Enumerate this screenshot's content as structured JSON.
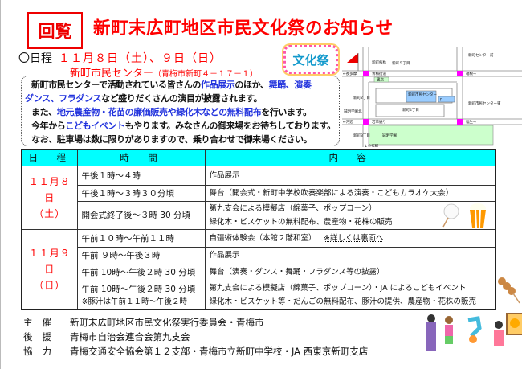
{
  "header": {
    "circulation": "回覧",
    "title": "新町末広町地区市民文化祭のお知らせ",
    "badge": "文化祭"
  },
  "schedule": {
    "label": "〇日程",
    "dates": "１１月８日（土）、９日（日）",
    "venue": "新町市民センター",
    "address": "（青梅市新町４－１７－１）"
  },
  "intro": {
    "l1a": "新町市民センターで活動されている皆さんの",
    "l1b": "作品展示",
    "l1c": "のほか、",
    "l1d": "舞踊、演奏",
    "l2a": "ダンス、フラダンス",
    "l2b": "など盛りだくさんの演目が披露されます。",
    "l3a": "また、",
    "l3b": "地元農産物・花苗の廉価販売や緑化木などの無料配布",
    "l3c": "を行います。",
    "l4a": "今年から",
    "l4b": "こどもイベント",
    "l4c": "もやります。みなさんの御来場をお待ちしております。",
    "l5": "なお、駐車場は数に限りがありますので、乗り合わせで御来場ください。"
  },
  "map": {
    "labels": [
      "新町桜株",
      "新町５丁目",
      "新町センター前",
      "←長多摩",
      "青梅街道",
      "箱根→",
      "書店",
      "新町2丁目",
      "新町市民センター",
      "P",
      "新町市民センター東",
      "誠明学園北",
      "新町4丁目",
      "←河辺",
      "若草通り",
      "福生→",
      "新町3丁目",
      "誠明学園",
      "↓小作駅"
    ]
  },
  "table": {
    "headers": [
      "日　程",
      "時　間",
      "内　容"
    ],
    "days": [
      {
        "date": "１１月８日",
        "dow": "（土）",
        "rows": [
          {
            "time": "午後１時～４時",
            "content": [
              "作品展示"
            ]
          },
          {
            "time": "午後１時～３時３０分頃",
            "content": [
              "舞台（開会式・新町中学校吹奏楽部による演奏・こどもカラオケ大会）"
            ]
          },
          {
            "time": "開会式終了後～３時 30 分頃",
            "content": [
              "第九支会による模擬店（綿菓子、ポップコーン）",
              "緑化木・ビスケットの無料配布、農産物・花株の販売"
            ]
          }
        ]
      },
      {
        "date": "１１月９日",
        "dow": "（日）",
        "rows": [
          {
            "time": "午前１０時～午前１１時",
            "content": [
              "自彊術体験会（本館２階和室）"
            ],
            "note": "※詳しくは裏面へ"
          },
          {
            "time": "午前 ９時～午後３時",
            "content": [
              "作品展示"
            ]
          },
          {
            "time": "午前 10時～午後２時 30 分頃",
            "content": [
              "舞台（演奏・ダンス・舞踊・フラダンス等の披露）"
            ]
          },
          {
            "time": "午前 10時～午後２時 30 分頃",
            "time2": "※豚汁は午前１１時～午後２時",
            "content": [
              "第九支会による模擬店（綿菓子、ポップコーン）・JA によるこどもイベント",
              "緑化木・ビスケット等・だんごの無料配布、豚汁の提供、農産物・花株の販売"
            ]
          }
        ]
      }
    ]
  },
  "footer": [
    {
      "role": "主催",
      "text": "新町末広町地区市民文化祭実行委員会・青梅市"
    },
    {
      "role": "後援",
      "text": "青梅市自治会連合会第九支会"
    },
    {
      "role": "協力",
      "text": "青梅交通安全協会第１２支部・青梅市立新町中学校・JA 西東京新町支店"
    }
  ],
  "colors": {
    "red": "#ff0000",
    "blue": "#2233dd",
    "header_cyan": "#00ffff",
    "signal": "#ff00ff"
  }
}
